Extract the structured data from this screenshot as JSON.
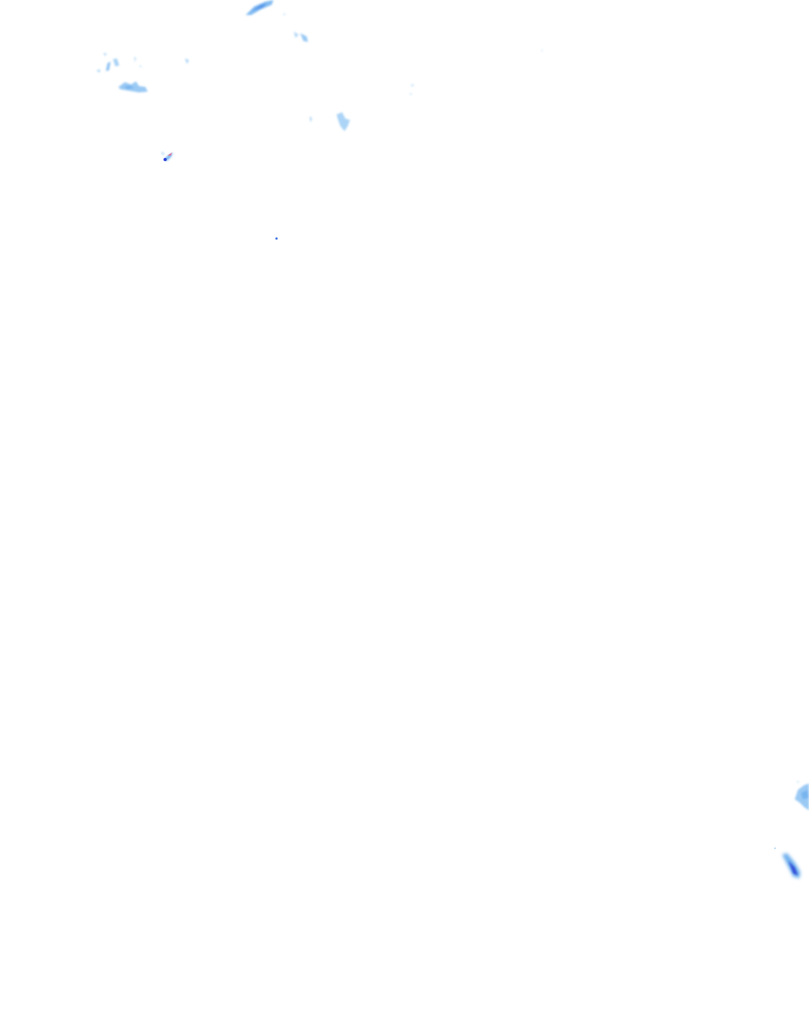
{
  "overlay": {
    "kind": "precipitation radar reflectivity tile",
    "background_color": "#ffffff",
    "palette": {
      "light": "#a8d2f5",
      "moderate": "#6fb0ee",
      "strong": "#3b6fe0",
      "heavy": "#2a3fd6",
      "intense": "#e2608a"
    },
    "echo_clusters": [
      {
        "id": "top-center-streak",
        "intensity": "moderate"
      },
      {
        "id": "top-center-small",
        "intensity": "light"
      },
      {
        "id": "upper-left-scatter",
        "intensity": "light"
      },
      {
        "id": "upper-left-band",
        "intensity": "moderate"
      },
      {
        "id": "center-upper-blob",
        "intensity": "light"
      },
      {
        "id": "left-cell",
        "intensity": "intense"
      },
      {
        "id": "center-dot",
        "intensity": "strong"
      },
      {
        "id": "right-edge-cluster",
        "intensity": "moderate"
      },
      {
        "id": "right-edge-cell",
        "intensity": "heavy"
      }
    ]
  }
}
